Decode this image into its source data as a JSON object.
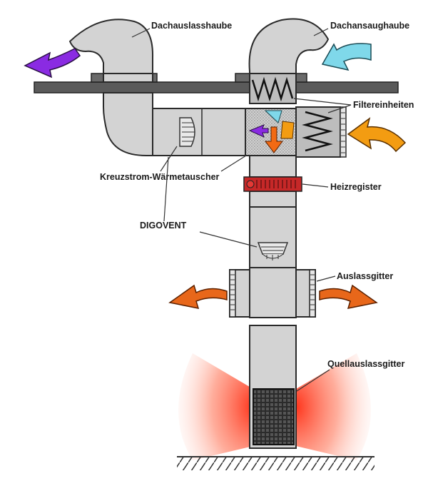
{
  "labels": {
    "roof_exhaust_hood": "Dachauslasshaube",
    "roof_intake_hood": "Dachansaughaube",
    "filter_units": "Filtereinheiten",
    "cross_flow_heat_exchanger": "Kreuzstrom-Wärmetauscher",
    "heating_register": "Heizregister",
    "digovent": "DIGOVENT",
    "outlet_grille": "Auslassgitter",
    "source_outlet_grille": "Quellauslassgitter"
  },
  "colors": {
    "exhaust_arrow": "#8a2be2",
    "intake_arrow": "#7fd8ea",
    "warm_arrow": "#f39c12",
    "outlet_arrow": "#e8671a",
    "heat_glow": "#ff3b1f",
    "duct": "#d3d3d3",
    "roof": "#555555",
    "heater": "#c62828"
  }
}
